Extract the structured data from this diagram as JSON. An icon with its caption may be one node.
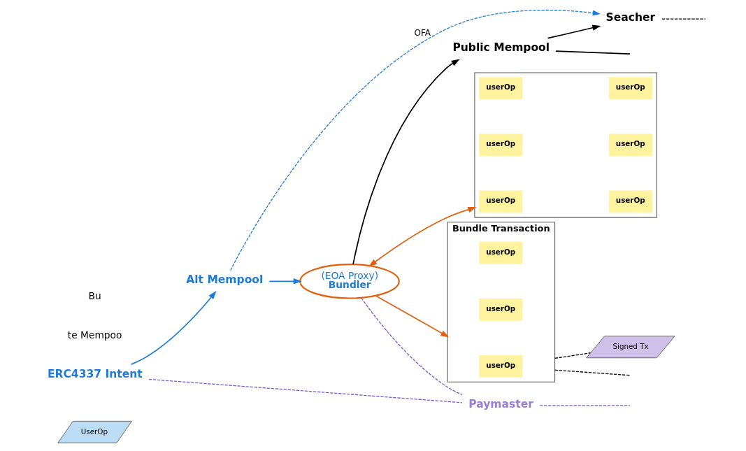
{
  "diagram": {
    "nodes": [
      {
        "text": [
          "ERC4337 Intent"
        ]
      },
      {
        "text": [
          "UserOp"
        ]
      },
      {
        "text": [
          "Alt Mempool"
        ]
      },
      {
        "text": [],
        "shape": "box"
      },
      {
        "text": [
          "userOp"
        ],
        "in": 3
      },
      {
        "text": [
          "userOp"
        ],
        "in": 3
      },
      {
        "text": [
          "userOp"
        ],
        "in": 3
      },
      {
        "text": [
          "userOp"
        ],
        "in": 3
      },
      {
        "text": [
          "userOp"
        ],
        "in": 3
      },
      {
        "text": [
          "userOp"
        ],
        "in": 3
      },
      {
        "text": [
          "(EOA Proxy)",
          "Bundler"
        ]
      },
      {
        "text": [
          "Bundle Transaction"
        ]
      },
      {
        "text": [
          "userOp"
        ],
        "in": 11
      },
      {
        "text": [
          "userOp"
        ],
        "in": 11
      },
      {
        "text": [
          "userOp"
        ],
        "in": 11
      },
      {
        "text": [
          "Signed Tx"
        ]
      },
      {
        "text": [
          "Public Mempool"
        ]
      },
      {
        "text": [
          "Seacher"
        ]
      },
      {
        "text": [
          "Paymaster"
        ]
      }
    ],
    "edges": [
      {
        "from": 0,
        "to": 2,
        "arrow": "to",
        "color": "#1e7bd8"
      },
      {
        "from": 2,
        "to": 10,
        "arrow": "to",
        "color": "#1e7bd8"
      },
      {
        "from": 10,
        "to": 16,
        "arrow": "to"
      },
      {
        "from": 10,
        "to": 3,
        "arrow": "both",
        "color": "#e0600f"
      },
      {
        "from": 10,
        "to": 11,
        "arrow": "to",
        "color": "#e0600f"
      },
      {
        "from": 11,
        "to": 15,
        "arrow": "none",
        "style": "dashed"
      },
      {
        "from": 11,
        "to": null,
        "arrow": "none",
        "style": "dashed"
      },
      {
        "from": 16,
        "to": null,
        "arrow": "none"
      },
      {
        "from": 16,
        "to": 17,
        "arrow": "to"
      },
      {
        "from": 2,
        "to": 17,
        "arrow": "to",
        "label": "OFA",
        "style": "dashed",
        "color": "#1e7bd8"
      },
      {
        "from": 17,
        "to": null,
        "arrow": "none",
        "style": "dashed"
      },
      {
        "from": 0,
        "to": 18,
        "arrow": "none",
        "style": "dashed",
        "color": "#7b55cc"
      },
      {
        "from": 10,
        "to": 18,
        "arrow": "none",
        "style": "dashed",
        "color": "#7b55cc"
      },
      {
        "from": 18,
        "to": null,
        "arrow": "none",
        "style": "dashed",
        "color": "#7b55cc"
      }
    ],
    "labels": [
      "te Mempoo",
      "Bu"
    ]
  }
}
